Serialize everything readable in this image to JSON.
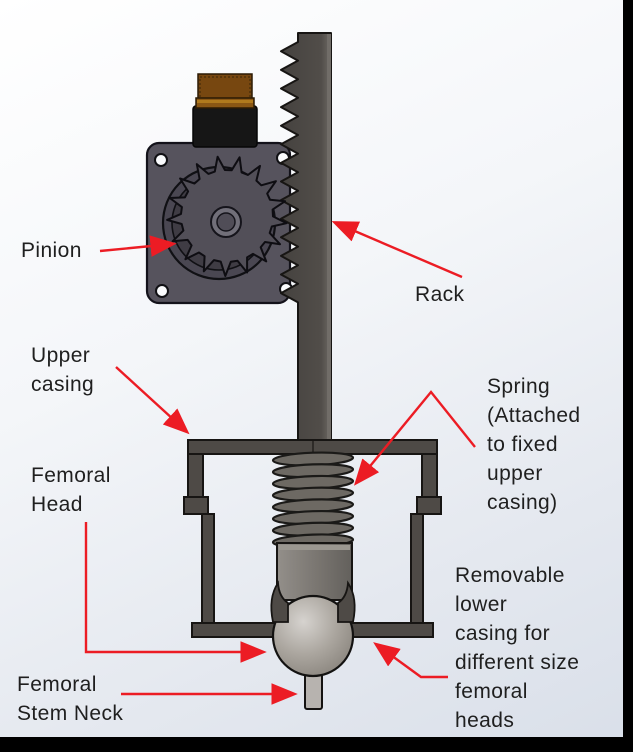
{
  "labels": {
    "pinion": {
      "text": "Pinion"
    },
    "rack": {
      "text": "Rack"
    },
    "upper_casing": {
      "text": "Upper\ncasing"
    },
    "femoral_head": {
      "text": "Femoral\nHead"
    },
    "spring": {
      "text": "Spring\n(Attached\nto fixed\nupper\ncasing)"
    },
    "removable_lower_casing": {
      "text": "Removable\nlower\ncasing for\ndifferent size\nfemoral\nheads"
    },
    "femoral_stem_neck": {
      "text": "Femoral\nStem Neck"
    }
  },
  "colors": {
    "arrow_red": "#ec1c24",
    "label_ink": "#1f1f1f",
    "metal_dark": "#4e4a46",
    "motor_plate": "#56535d",
    "ball_gray": "#a39e98",
    "knob_brown": "#7c4a12",
    "frame_black": "#000000",
    "background_top": "#ffffff",
    "background_bottom": "#d9dfe9"
  }
}
